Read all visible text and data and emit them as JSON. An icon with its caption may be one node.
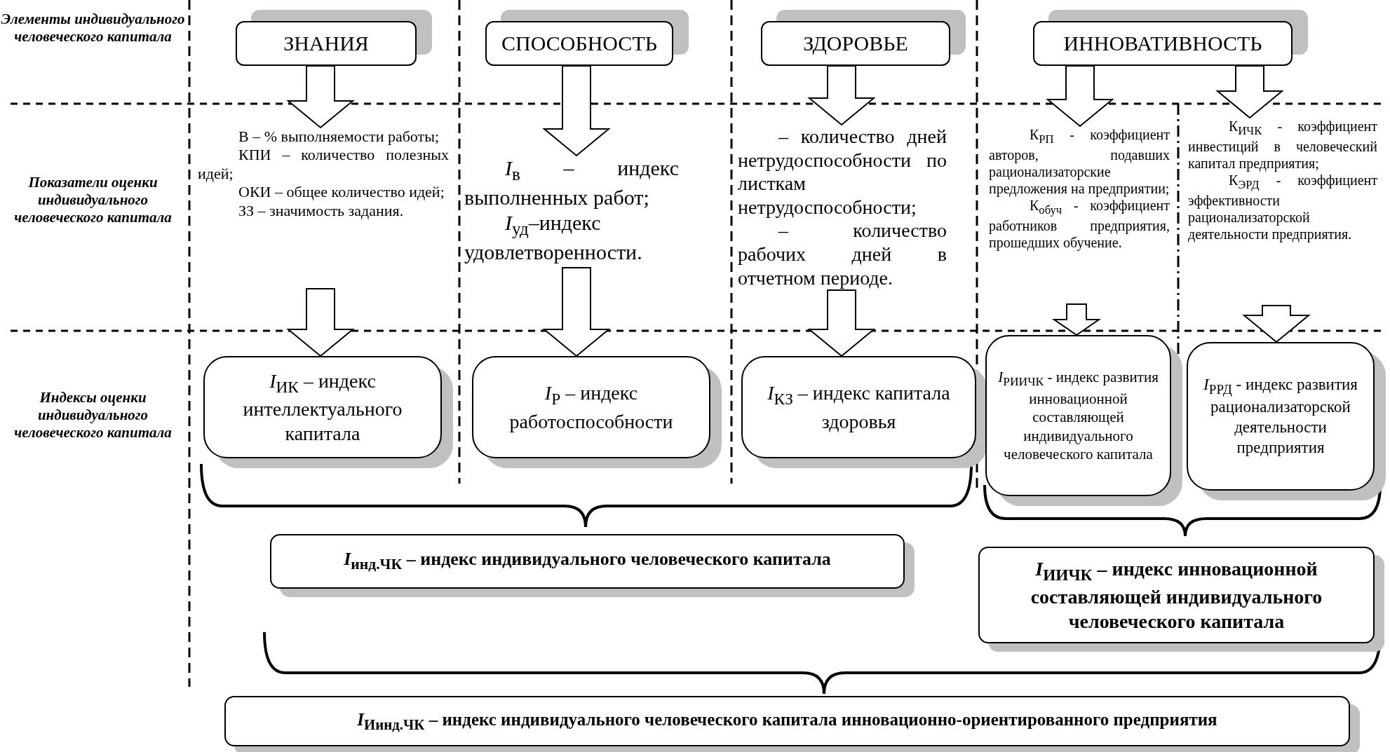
{
  "diagram": {
    "nodes": [
      {
        "text": [
          "ЗНАНИЯ"
        ]
      },
      {
        "text": [
          "СПОСОБНОСТЬ"
        ]
      },
      {
        "text": [
          "ЗДОРОВЬЕ"
        ]
      },
      {
        "text": [
          "ИННОВАТИВНОСТЬ"
        ]
      },
      {
        "text": [
          "В – % выполняемости работы;",
          "КПИ – количество полезных идей;",
          "ОКИ – общее количество идей;",
          "ЗЗ – значимость задания."
        ]
      },
      {
        "text": [
          "*I*$_{в}$ – индекс выполненных работ;",
          "*I*$_{уд}$–индекс удовлетворенности."
        ]
      },
      {
        "text": [
          "– количество дней нетрудоспособности по листкам нетрудоспособности;",
          "– количество рабочих дней в отчетном периоде."
        ]
      },
      {
        "text": [
          "К$_{РП}$ - коэффициент авторов, подавших рационализаторские предложения на предприятии;",
          "К$_{обуч}$ - коэффициент работников предприятия, прошедших обучение."
        ]
      },
      {
        "text": [
          "К$_{ИЧК}$ - коэффициент инвестиций в человеческий капитал предприятия;",
          "К$_{ЭРД}$ - коэффициент эффективности рационализаторской деятельности предприятия."
        ]
      },
      {
        "text": [
          "*I*$_{ИК}$ – индекс интеллектуального капитала"
        ]
      },
      {
        "text": [
          "*I*$_{Р}$ – индекс работоспособности"
        ]
      },
      {
        "text": [
          "*I*$_{КЗ}$ – индекс капитала здоровья"
        ]
      },
      {
        "text": [
          "*I*$_{РИИЧК}$ - индекс развития инновационной составляющей индивидуального человеческого капитала"
        ]
      },
      {
        "text": [
          "*I*$_{РРД}$ - индекс развития рационализаторской деятельности предприятия"
        ]
      },
      {
        "text": [
          "*I*$_{инд.ЧК}$ – индекс индивидуального человеческого капитала"
        ]
      },
      {
        "text": [
          "*I*$_{ИИЧК}$ – индекс инновационной составляющей индивидуального человеческого капитала"
        ]
      },
      {
        "text": [
          "*I*$_{Иинд.ЧК}$ – индекс индивидуального человеческого капитала инновационно-ориентированного предприятия"
        ]
      }
    ],
    "edges": [
      {
        "from": 0,
        "to": 4,
        "arrow": "to"
      },
      {
        "from": 1,
        "to": 5,
        "arrow": "to"
      },
      {
        "from": 2,
        "to": 6,
        "arrow": "to"
      },
      {
        "from": 3,
        "to": 7,
        "arrow": "to"
      },
      {
        "from": 3,
        "to": 8,
        "arrow": "to"
      },
      {
        "from": 4,
        "to": 9,
        "arrow": "to"
      },
      {
        "from": 5,
        "to": 10,
        "arrow": "to"
      },
      {
        "from": 6,
        "to": 11,
        "arrow": "to"
      },
      {
        "from": 7,
        "to": 12,
        "arrow": "to"
      },
      {
        "from": 8,
        "to": 13,
        "arrow": "to"
      }
    ],
    "labels": [
      "Элементы индивидуального человеческого капитала",
      "Показатели оценки индивидуального человеческого капитала",
      "Индексы оценки индивидуального человеческого капитала"
    ]
  }
}
